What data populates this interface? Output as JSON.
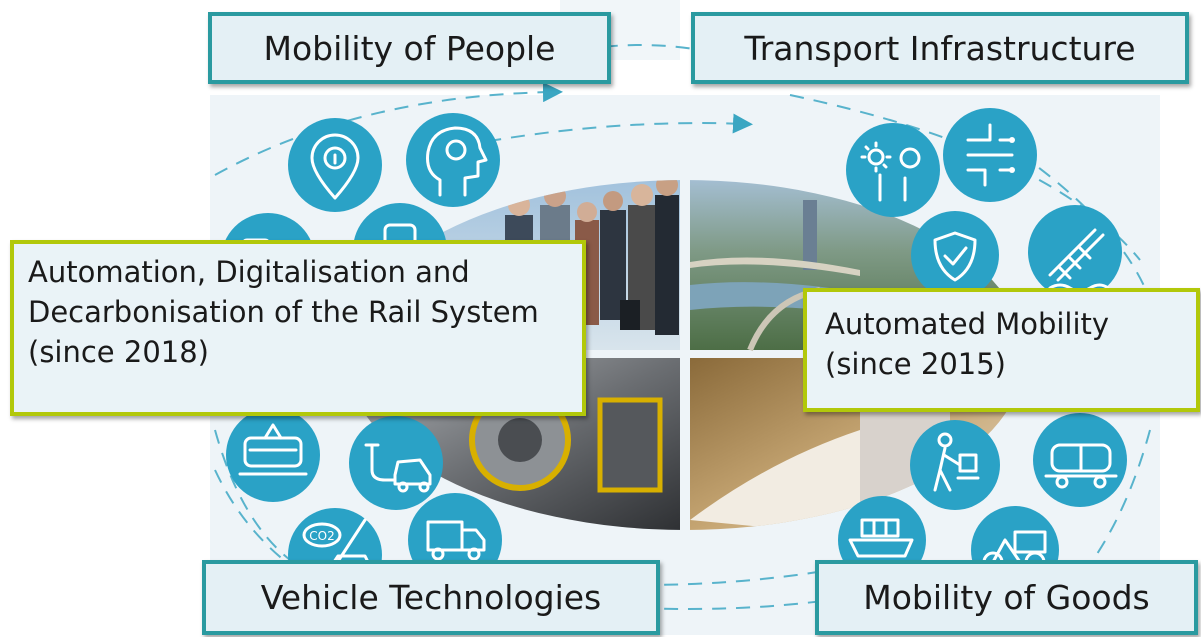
{
  "categories": {
    "mobility_of_people": "Mobility of People",
    "transport_infrastructure": "Transport Infrastructure",
    "vehicle_technologies": "Vehicle Technologies",
    "mobility_of_goods": "Mobility of Goods"
  },
  "focus_topics": {
    "rail_system": "Automation, Digitalisation and Decarbonisation of the Rail System (since 2018)",
    "automated_mobility": "Automated Mobility (since 2015)"
  },
  "icons": [
    "info-pin-icon",
    "head-refresh-icon",
    "train-icon",
    "renewables-icon",
    "circuit-icon",
    "shield-check-icon",
    "bridge-icon",
    "tram-icon",
    "ev-charging-icon",
    "co2-car-icon",
    "truck-icon",
    "porter-icon",
    "tank-wagon-icon",
    "container-ship-icon",
    "cargo-bike-icon"
  ],
  "colors": {
    "teal_border": "#2a9aa0",
    "lime_border": "#b2c80a",
    "icon_blue": "#2aa2c6",
    "box_fill": "#e4f0f5"
  }
}
